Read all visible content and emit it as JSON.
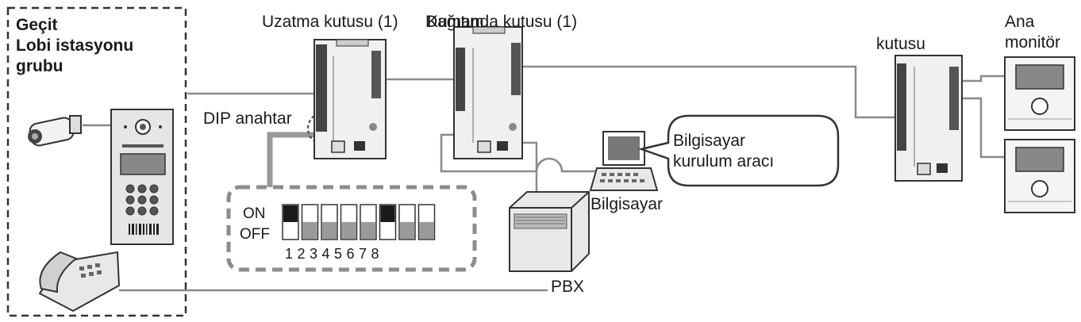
{
  "gate_group": {
    "line1": "Geçit",
    "line2": "Lobi istasyonu",
    "line3": "grubu"
  },
  "extension_box_label": "Uzatma kutusu (1)",
  "overlap_label_a": "Dağıtım",
  "control_box_label": "Kumanda kutusu (1)",
  "right_box_label": "kutusu",
  "main_monitor": {
    "line1": "Ana",
    "line2": "monitör"
  },
  "dip_switch": {
    "label": "DIP anahtar",
    "on_label": "ON",
    "off_label": "OFF",
    "numbers": [
      "1",
      "2",
      "3",
      "4",
      "5",
      "6",
      "7",
      "8"
    ],
    "states": [
      true,
      false,
      false,
      false,
      false,
      true,
      false,
      false
    ]
  },
  "pc_tool_bubble": {
    "line1": "Bilgisayar",
    "line2": "kurulum aracı"
  },
  "pc_label": "Bilgisayar",
  "pbx_label": "PBX",
  "colors": {
    "line": "#8a8a8a",
    "device_fill": "#f0f0f0",
    "device_stroke": "#333333",
    "switch_dark": "#1a1a1a",
    "switch_grey": "#9a9a9a"
  }
}
